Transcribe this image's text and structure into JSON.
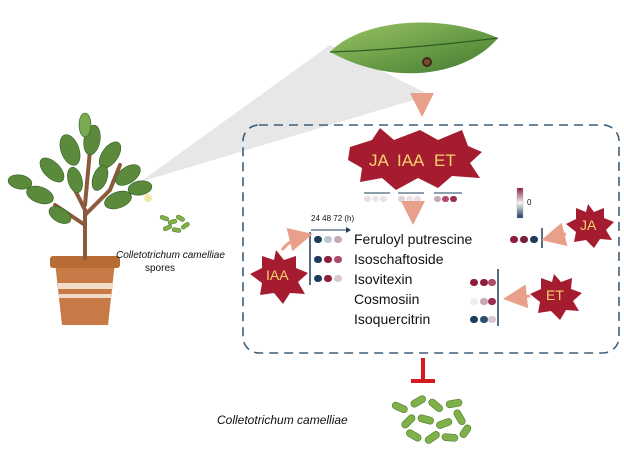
{
  "hormones": {
    "ja": "JA",
    "iaa": "IAA",
    "et": "ET"
  },
  "timepoints_label": "24 48 72 (h)",
  "scale_zero": "0",
  "compounds": [
    "Feruloyl putrescine",
    "Isoschaftoside",
    "Isovitexin",
    "Cosmosiin",
    "Isoquercitrin"
  ],
  "pathogen": {
    "name": "Colletotrichum camelliae",
    "spores_word": "spores"
  },
  "colors": {
    "star_fill": "#a51c30",
    "star_text": "#f5d26e",
    "arrow": "#e9a08a",
    "inhibit": "#d71920",
    "box_dash": "#3d5f7a",
    "leaf": "#5b8a3c",
    "spore": "#7fb04a",
    "pot": "#c77a45"
  }
}
